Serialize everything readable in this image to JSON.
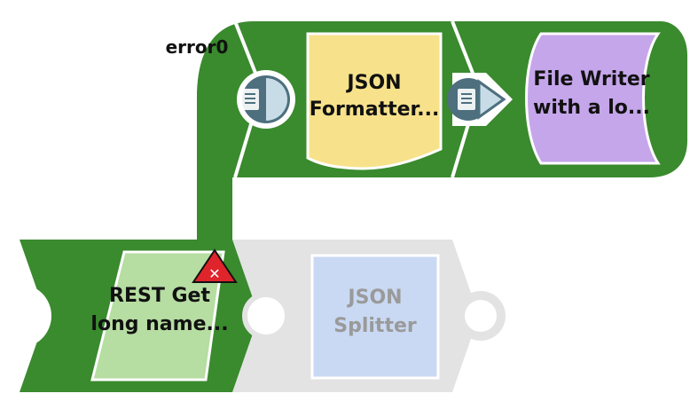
{
  "error_pipeline": {
    "branch_label": "error0",
    "snaps": [
      {
        "id": "json-formatter",
        "label_line1": "JSON",
        "label_line2": "Formatter...",
        "fill": "#F7E28B"
      },
      {
        "id": "file-writer",
        "label_line1": "File Writer",
        "label_line2": "with a lo...",
        "fill": "#C5A6EA"
      }
    ]
  },
  "main_pipeline": {
    "snaps": [
      {
        "id": "rest-get",
        "label_line1": "REST Get",
        "label_line2": "long name...",
        "fill": "#B6DDA2",
        "status": "error",
        "state": "active"
      },
      {
        "id": "json-splitter",
        "label_line1": "JSON",
        "label_line2": "Splitter",
        "fill": "#C9D9F3",
        "state": "disabled"
      }
    ]
  },
  "colors": {
    "pipeline_green": "#3A8A2E",
    "disabled_gray": "#E3E3E3",
    "port_dark": "#4D6F7E",
    "port_light": "#C8DCE8",
    "error_red": "#E0242C",
    "text_dark": "#111111",
    "text_disabled": "#9A9A9A"
  },
  "icons": [
    "document-icon",
    "error-triangle-icon",
    "output-port-icon",
    "input-port-icon"
  ]
}
